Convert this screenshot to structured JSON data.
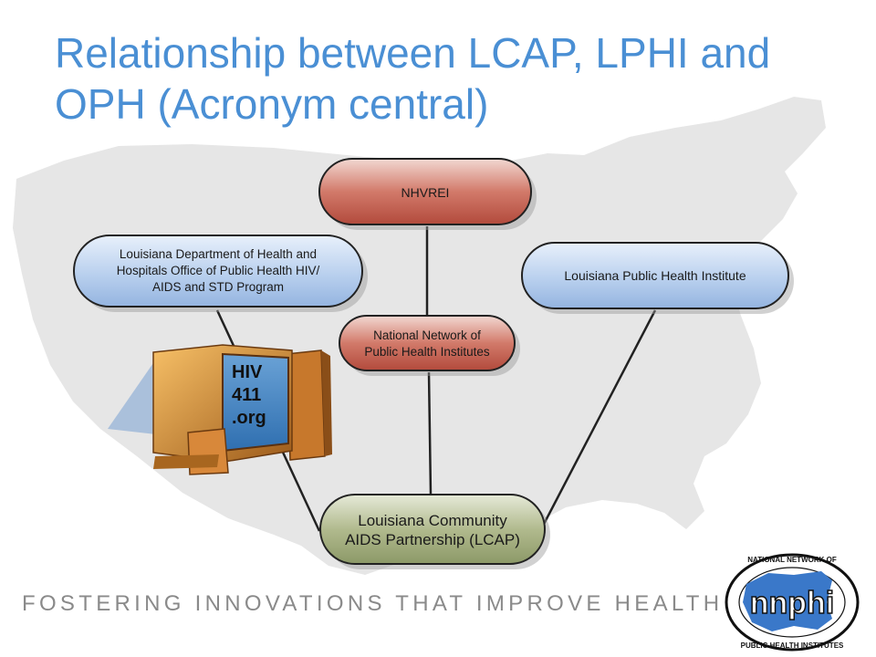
{
  "slide": {
    "title": "Relationship between LCAP, LPHI and OPH (Acronym central)",
    "footer": "FOSTERING INNOVATIONS THAT IMPROVE HEALTH"
  },
  "nodes": {
    "nhvrei": {
      "label": "NHVREI"
    },
    "dhh": {
      "lines": [
        "Louisiana Department of Health and",
        "Hospitals Office of Public Health HIV/",
        "AIDS and STD Program"
      ]
    },
    "lphi": {
      "label": "Louisiana Public Health Institute"
    },
    "nnphi": {
      "lines": [
        "National Network of",
        "Public Health Institutes"
      ]
    },
    "lcap": {
      "lines": [
        "Louisiana Community",
        "AIDS Partnership (LCAP)"
      ]
    }
  },
  "computer": {
    "lines": [
      "HIV",
      "411",
      ".org"
    ]
  },
  "logo": {
    "word": "nnphi",
    "top_arc": "NATIONAL NETWORK OF",
    "bottom_arc": "PUBLIC HEALTH INSTITUTES"
  },
  "colors": {
    "title": "#4a8fd4",
    "red_node": "#c15a4c",
    "blue_node": "#a9c4e6",
    "green_node": "#9aa67a",
    "footer": "#8a8a8a",
    "map": "#e6e6e6"
  }
}
